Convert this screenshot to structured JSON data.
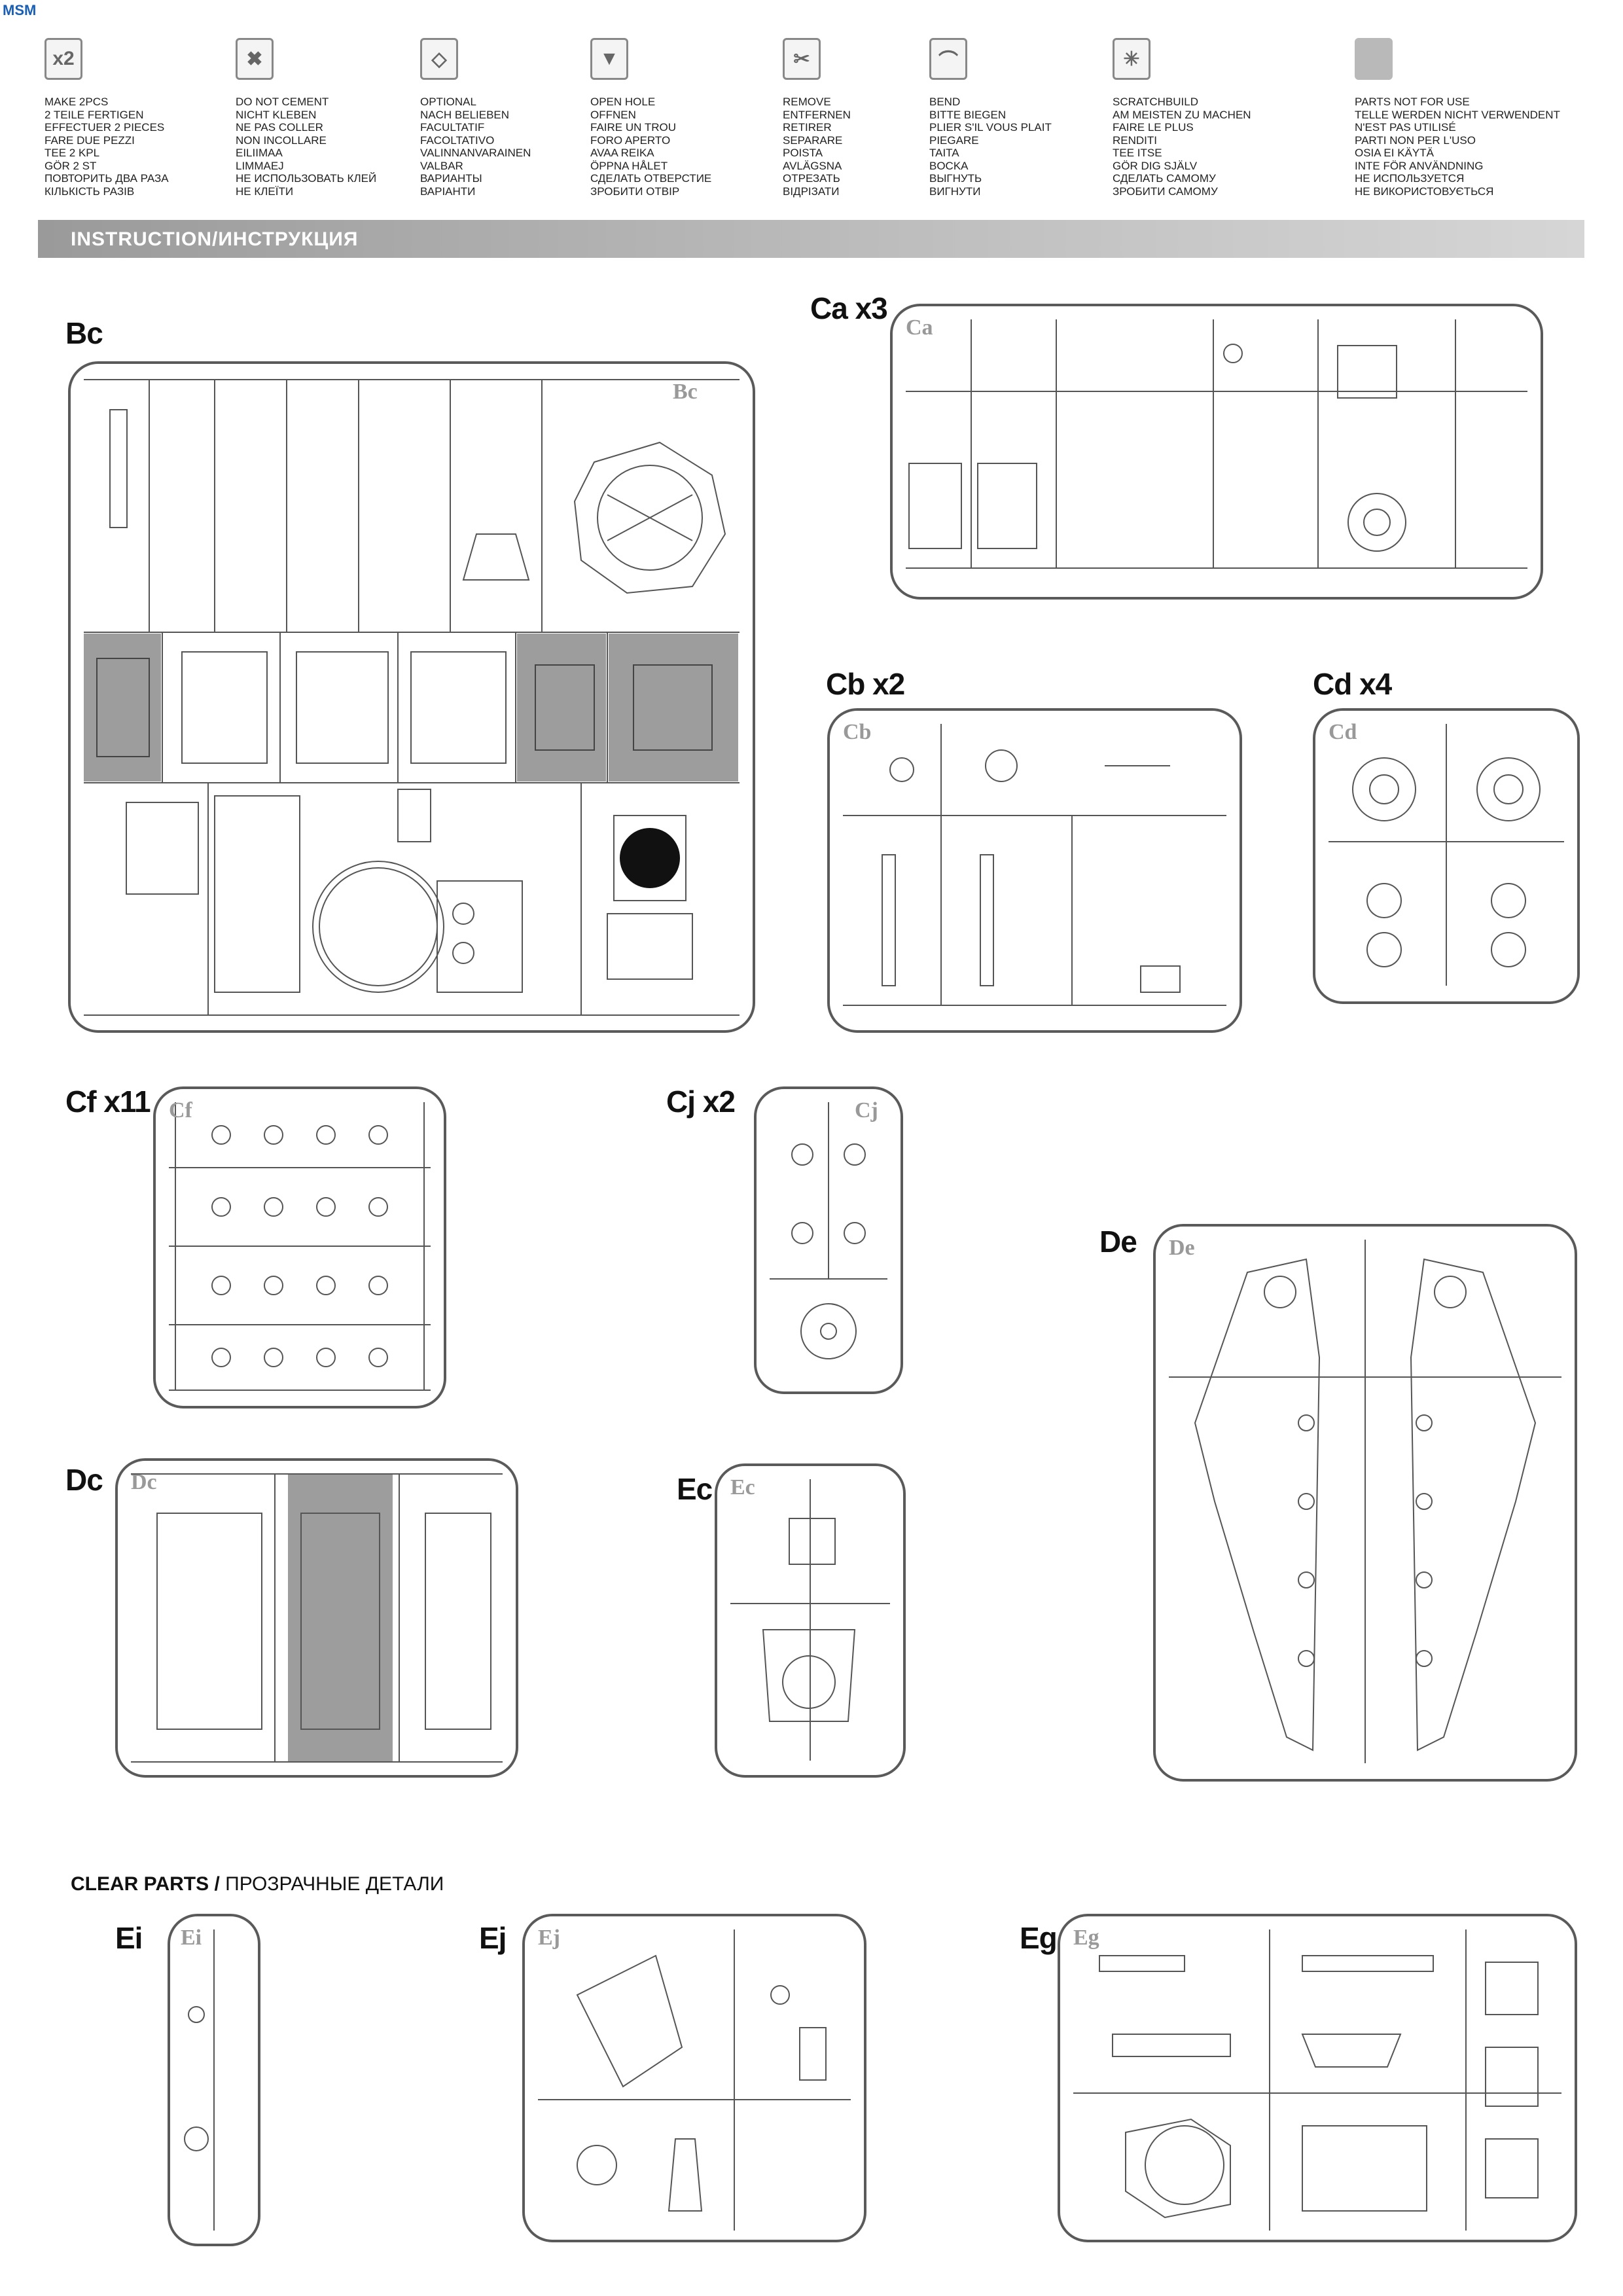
{
  "watermark": "MSM",
  "legend": [
    {
      "icon": "x2-icon",
      "glyph": "x2",
      "lines": [
        "MAKE 2pcs",
        "2 TEILE FERTIGEN",
        "EFFECTUER 2 PIECES",
        "FARE DUE PEZZI",
        "TEE 2 KPL",
        "GÖR 2 ST",
        "ПОВТОРИТЬ ДВА РАЗА",
        "КІЛЬКІСТЬ РАЗІВ"
      ]
    },
    {
      "icon": "no-glue-icon",
      "glyph": "✖",
      "lines": [
        "DO NOT CEMENT",
        "NICHT KLEBEN",
        "NE PAS COLLER",
        "NON INCOLLARE",
        "EILIIMAA",
        "LIMMAEJ",
        "НЕ ИСПОЛЬЗОВАТЬ КЛЕЙ",
        "НЕ КЛЕЇТИ"
      ]
    },
    {
      "icon": "optional-icon",
      "glyph": "◇",
      "lines": [
        "OPTIONAL",
        "NACH BELIEBEN",
        "FACULTATIF",
        "FACOLTATIVO",
        "VALINNANVARAINEN",
        "VALBAR",
        "ВАРИАНТЫ",
        "ВАРІАНТИ"
      ]
    },
    {
      "icon": "open-hole-icon",
      "glyph": "▼",
      "lines": [
        "OPEN HOLE",
        "OFFNEN",
        "FAIRE UN TROU",
        "FORO APERTO",
        "AVAA REIKA",
        "ÖPPNA HÅLET",
        "СДЕЛАТЬ ОТВЕРСТИЕ",
        "ЗРОБИТИ ОТВІР"
      ]
    },
    {
      "icon": "remove-icon",
      "glyph": "✂",
      "lines": [
        "REMOVE",
        "ENTFERNEN",
        "RETIRER",
        "SEPARARE",
        "POISTA",
        "AVLÄGSNA",
        "ОТРЕЗАТЬ",
        "ВІДРІЗАТИ"
      ]
    },
    {
      "icon": "bend-icon",
      "glyph": "⌒",
      "lines": [
        "BEND",
        "BITTE BIEGEN",
        "PLIER S'IL VOUS PLAIT",
        "PIEGARE",
        "TAITA",
        "BOCKA",
        "ВЫГНУТЬ",
        "ВИГНУТИ"
      ]
    },
    {
      "icon": "scratchbuild-icon",
      "glyph": "✳",
      "lines": [
        "SCRATCHBUILD",
        "AM MEISTEN ZU MACHEN",
        "FAIRE LE PLUS",
        "RENDITI",
        "TEE ITSE",
        "GÖR DIG SJÄLV",
        "СДЕЛАТЬ САМОМУ",
        "ЗРОБИТИ САМОМУ"
      ]
    },
    {
      "icon": "not-for-use-icon",
      "glyph": "",
      "lines": [
        "PARTS NOT FOR USE",
        "TELLE WERDEN NICHT VERWENDENT",
        "N'EST PAS UTILISÉ",
        "PARTI NON PER L'USO",
        "OSIA EI KÄYTÄ",
        "INTE FÖR ANVÄNDNING",
        "НЕ ИСПОЛЬЗУЕТСЯ",
        "НЕ ВИКОРИСТОВУЄТЬСЯ"
      ]
    }
  ],
  "banner": "INSTRUCTION/ИНСТРУКЦИЯ",
  "sprues": [
    {
      "id": "bc",
      "label": "Bc",
      "tag": "Bc"
    },
    {
      "id": "ca",
      "label": "Ca x3",
      "tag": "Ca"
    },
    {
      "id": "cb",
      "label": "Cb x2",
      "tag": "Cb"
    },
    {
      "id": "cd",
      "label": "Cd x4",
      "tag": "Cd"
    },
    {
      "id": "cf",
      "label": "Cf x11",
      "tag": "Cf"
    },
    {
      "id": "cj",
      "label": "Cj x2",
      "tag": "Cj"
    },
    {
      "id": "de",
      "label": "De",
      "tag": "De"
    },
    {
      "id": "dc",
      "label": "Dc",
      "tag": "Dc"
    },
    {
      "id": "ec",
      "label": "Ec",
      "tag": "Ec"
    },
    {
      "id": "ei",
      "label": "Ei",
      "tag": "Ei"
    },
    {
      "id": "ej",
      "label": "Ej",
      "tag": "Ej"
    },
    {
      "id": "eg",
      "label": "Eg",
      "tag": "Eg"
    }
  ],
  "clear_parts": {
    "title": "CLEAR PARTS",
    "subtitle": "ПРОЗРАЧНЫЕ ДЕТАЛИ"
  }
}
